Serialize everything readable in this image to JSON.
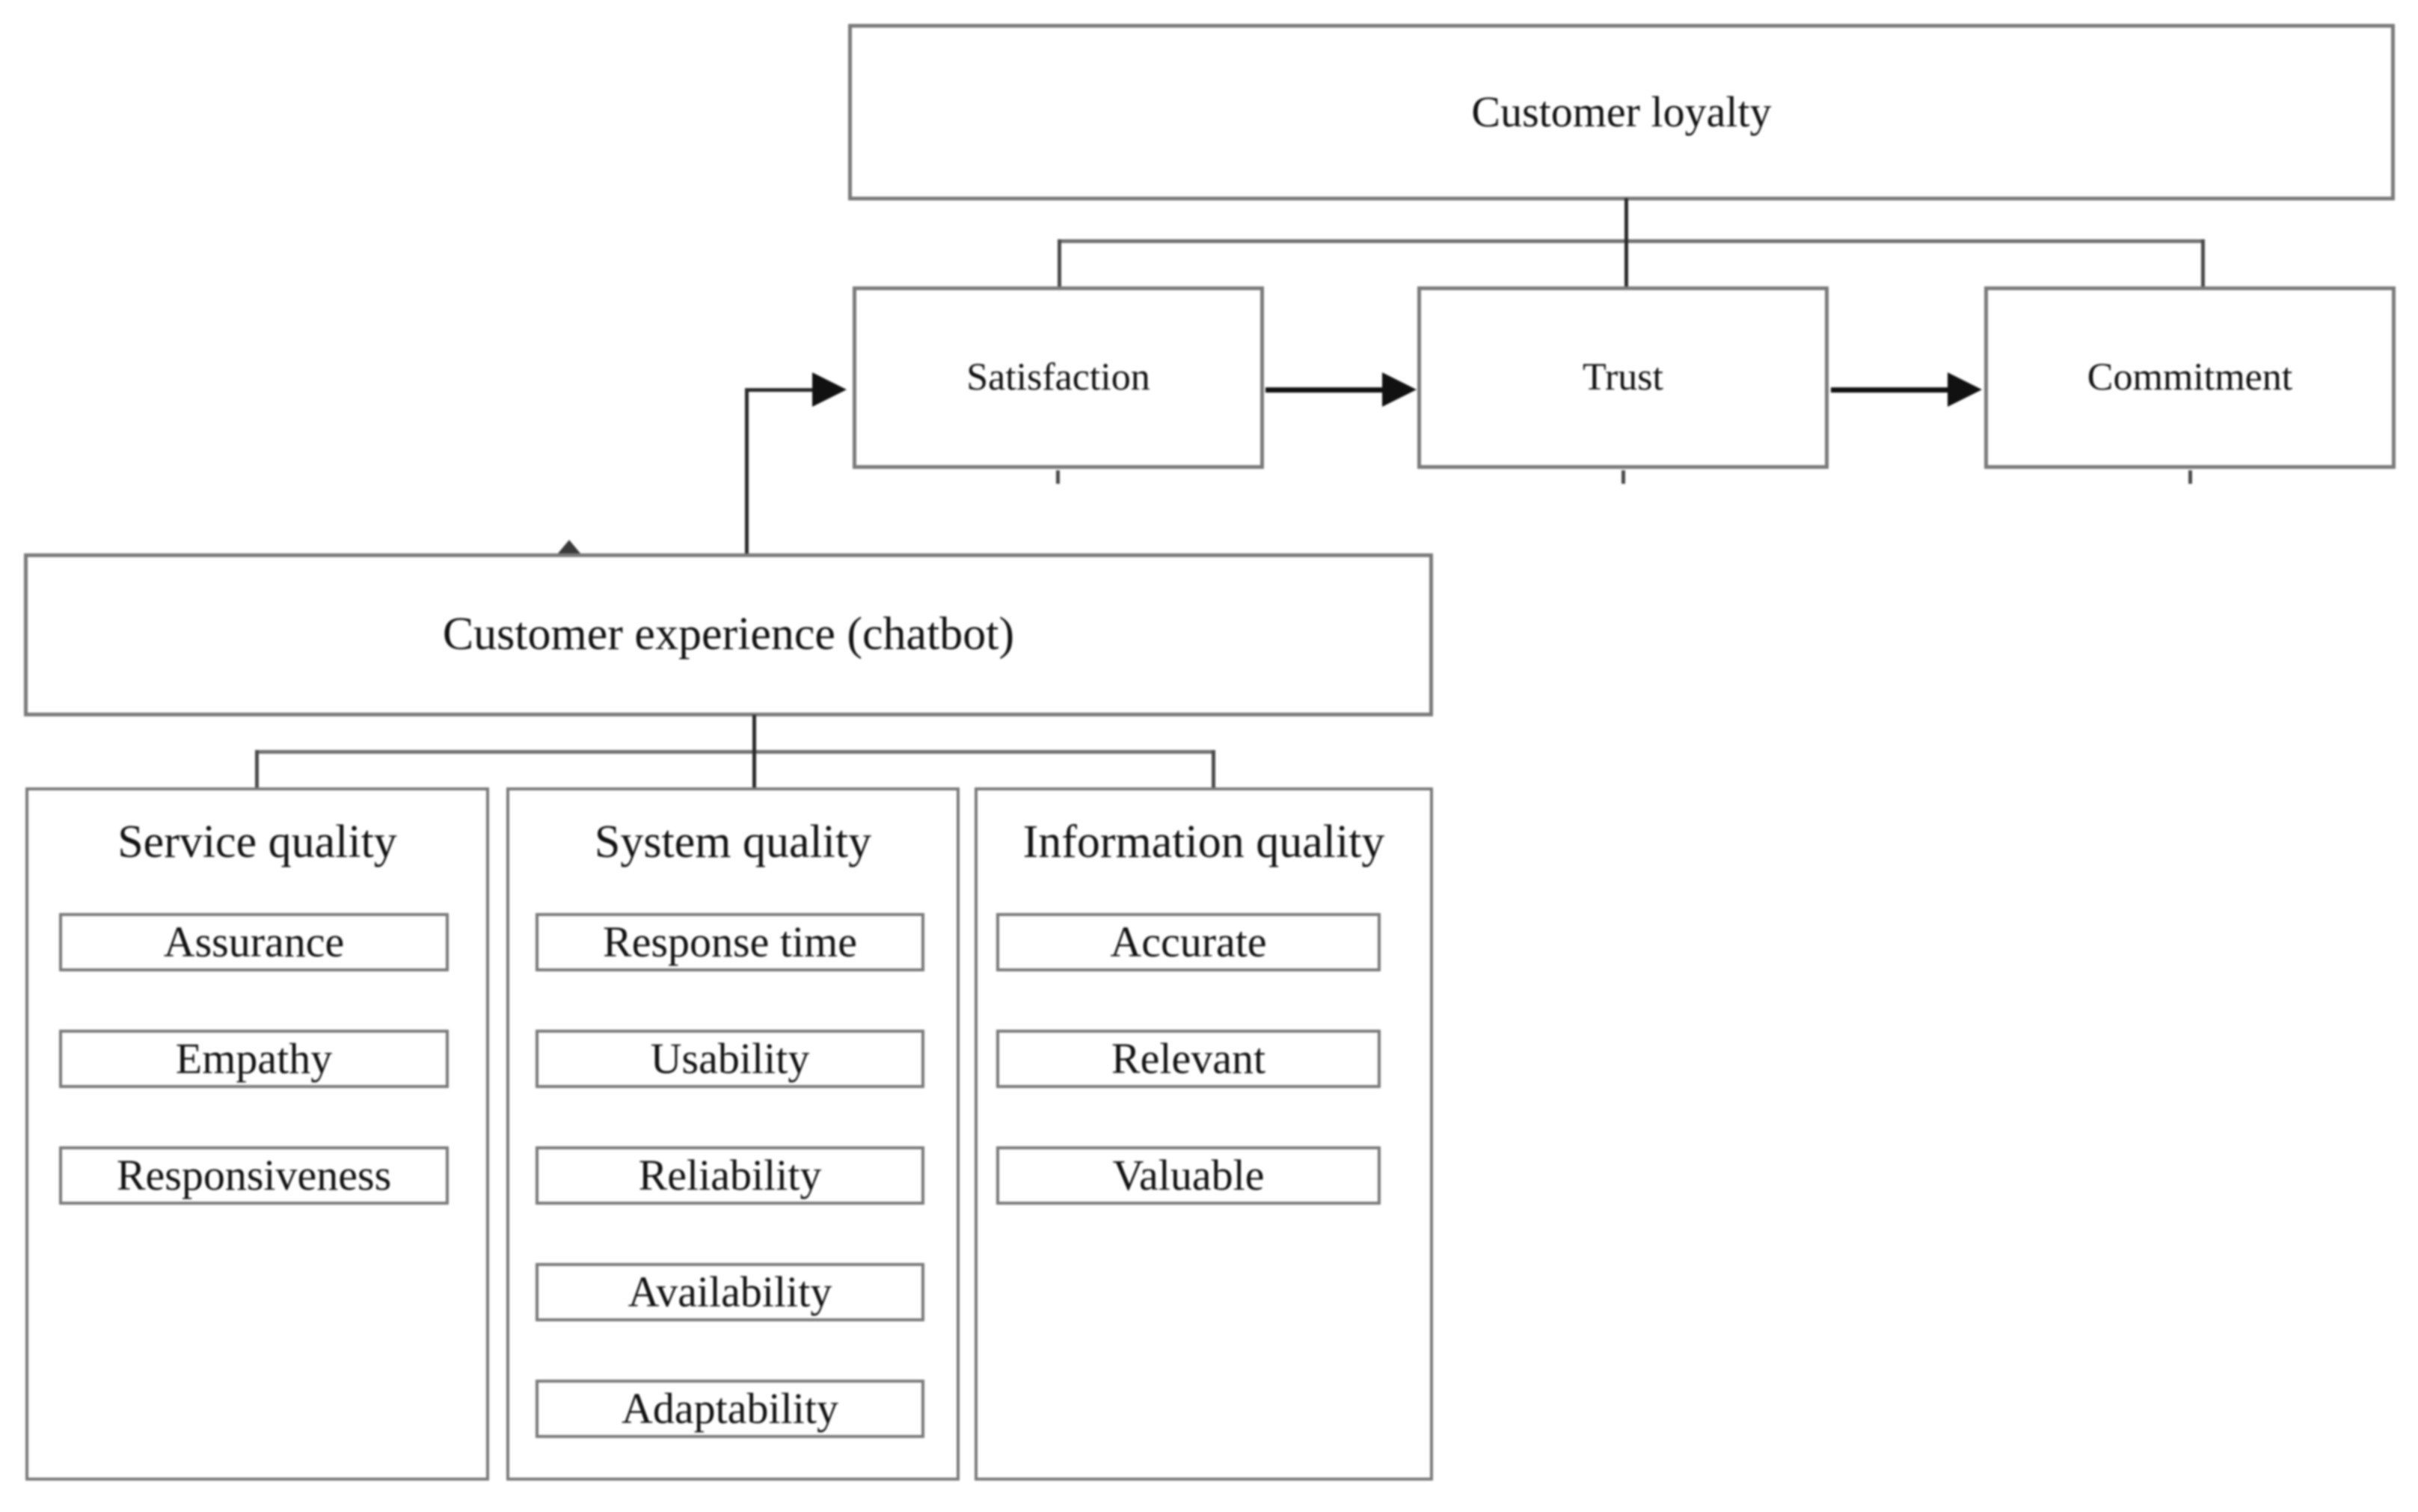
{
  "colors": {
    "background": "#ffffff",
    "box_border": "#7a7a7a",
    "connector_gray": "#707070",
    "connector_dark": "#2a2a2a",
    "arrow": "#111111",
    "text": "#111111"
  },
  "nodes": {
    "customer_loyalty": {
      "label": "Customer loyalty"
    },
    "satisfaction": {
      "label": "Satisfaction"
    },
    "trust": {
      "label": "Trust"
    },
    "commitment": {
      "label": "Commitment"
    },
    "customer_experience": {
      "label": "Customer experience (chatbot)"
    }
  },
  "columns": [
    {
      "header": "Service quality",
      "items": [
        "Assurance",
        "Empathy",
        "Responsiveness"
      ]
    },
    {
      "header": "System quality",
      "items": [
        "Response time",
        "Usability",
        "Reliability",
        "Availability",
        "Adaptability"
      ]
    },
    {
      "header": "Information quality",
      "items": [
        "Accurate",
        "Relevant",
        "Valuable"
      ]
    }
  ],
  "edges": [
    {
      "from": "Customer loyalty",
      "to": [
        "Satisfaction",
        "Trust",
        "Commitment"
      ],
      "style": "bracket"
    },
    {
      "from": "Satisfaction",
      "to": "Trust",
      "style": "arrow"
    },
    {
      "from": "Trust",
      "to": "Commitment",
      "style": "arrow"
    },
    {
      "from": "Customer experience (chatbot)",
      "to": "Satisfaction",
      "style": "elbow-arrow"
    },
    {
      "from": "Customer experience (chatbot)",
      "to": [
        "Service quality",
        "System quality",
        "Information quality"
      ],
      "style": "bracket"
    }
  ]
}
